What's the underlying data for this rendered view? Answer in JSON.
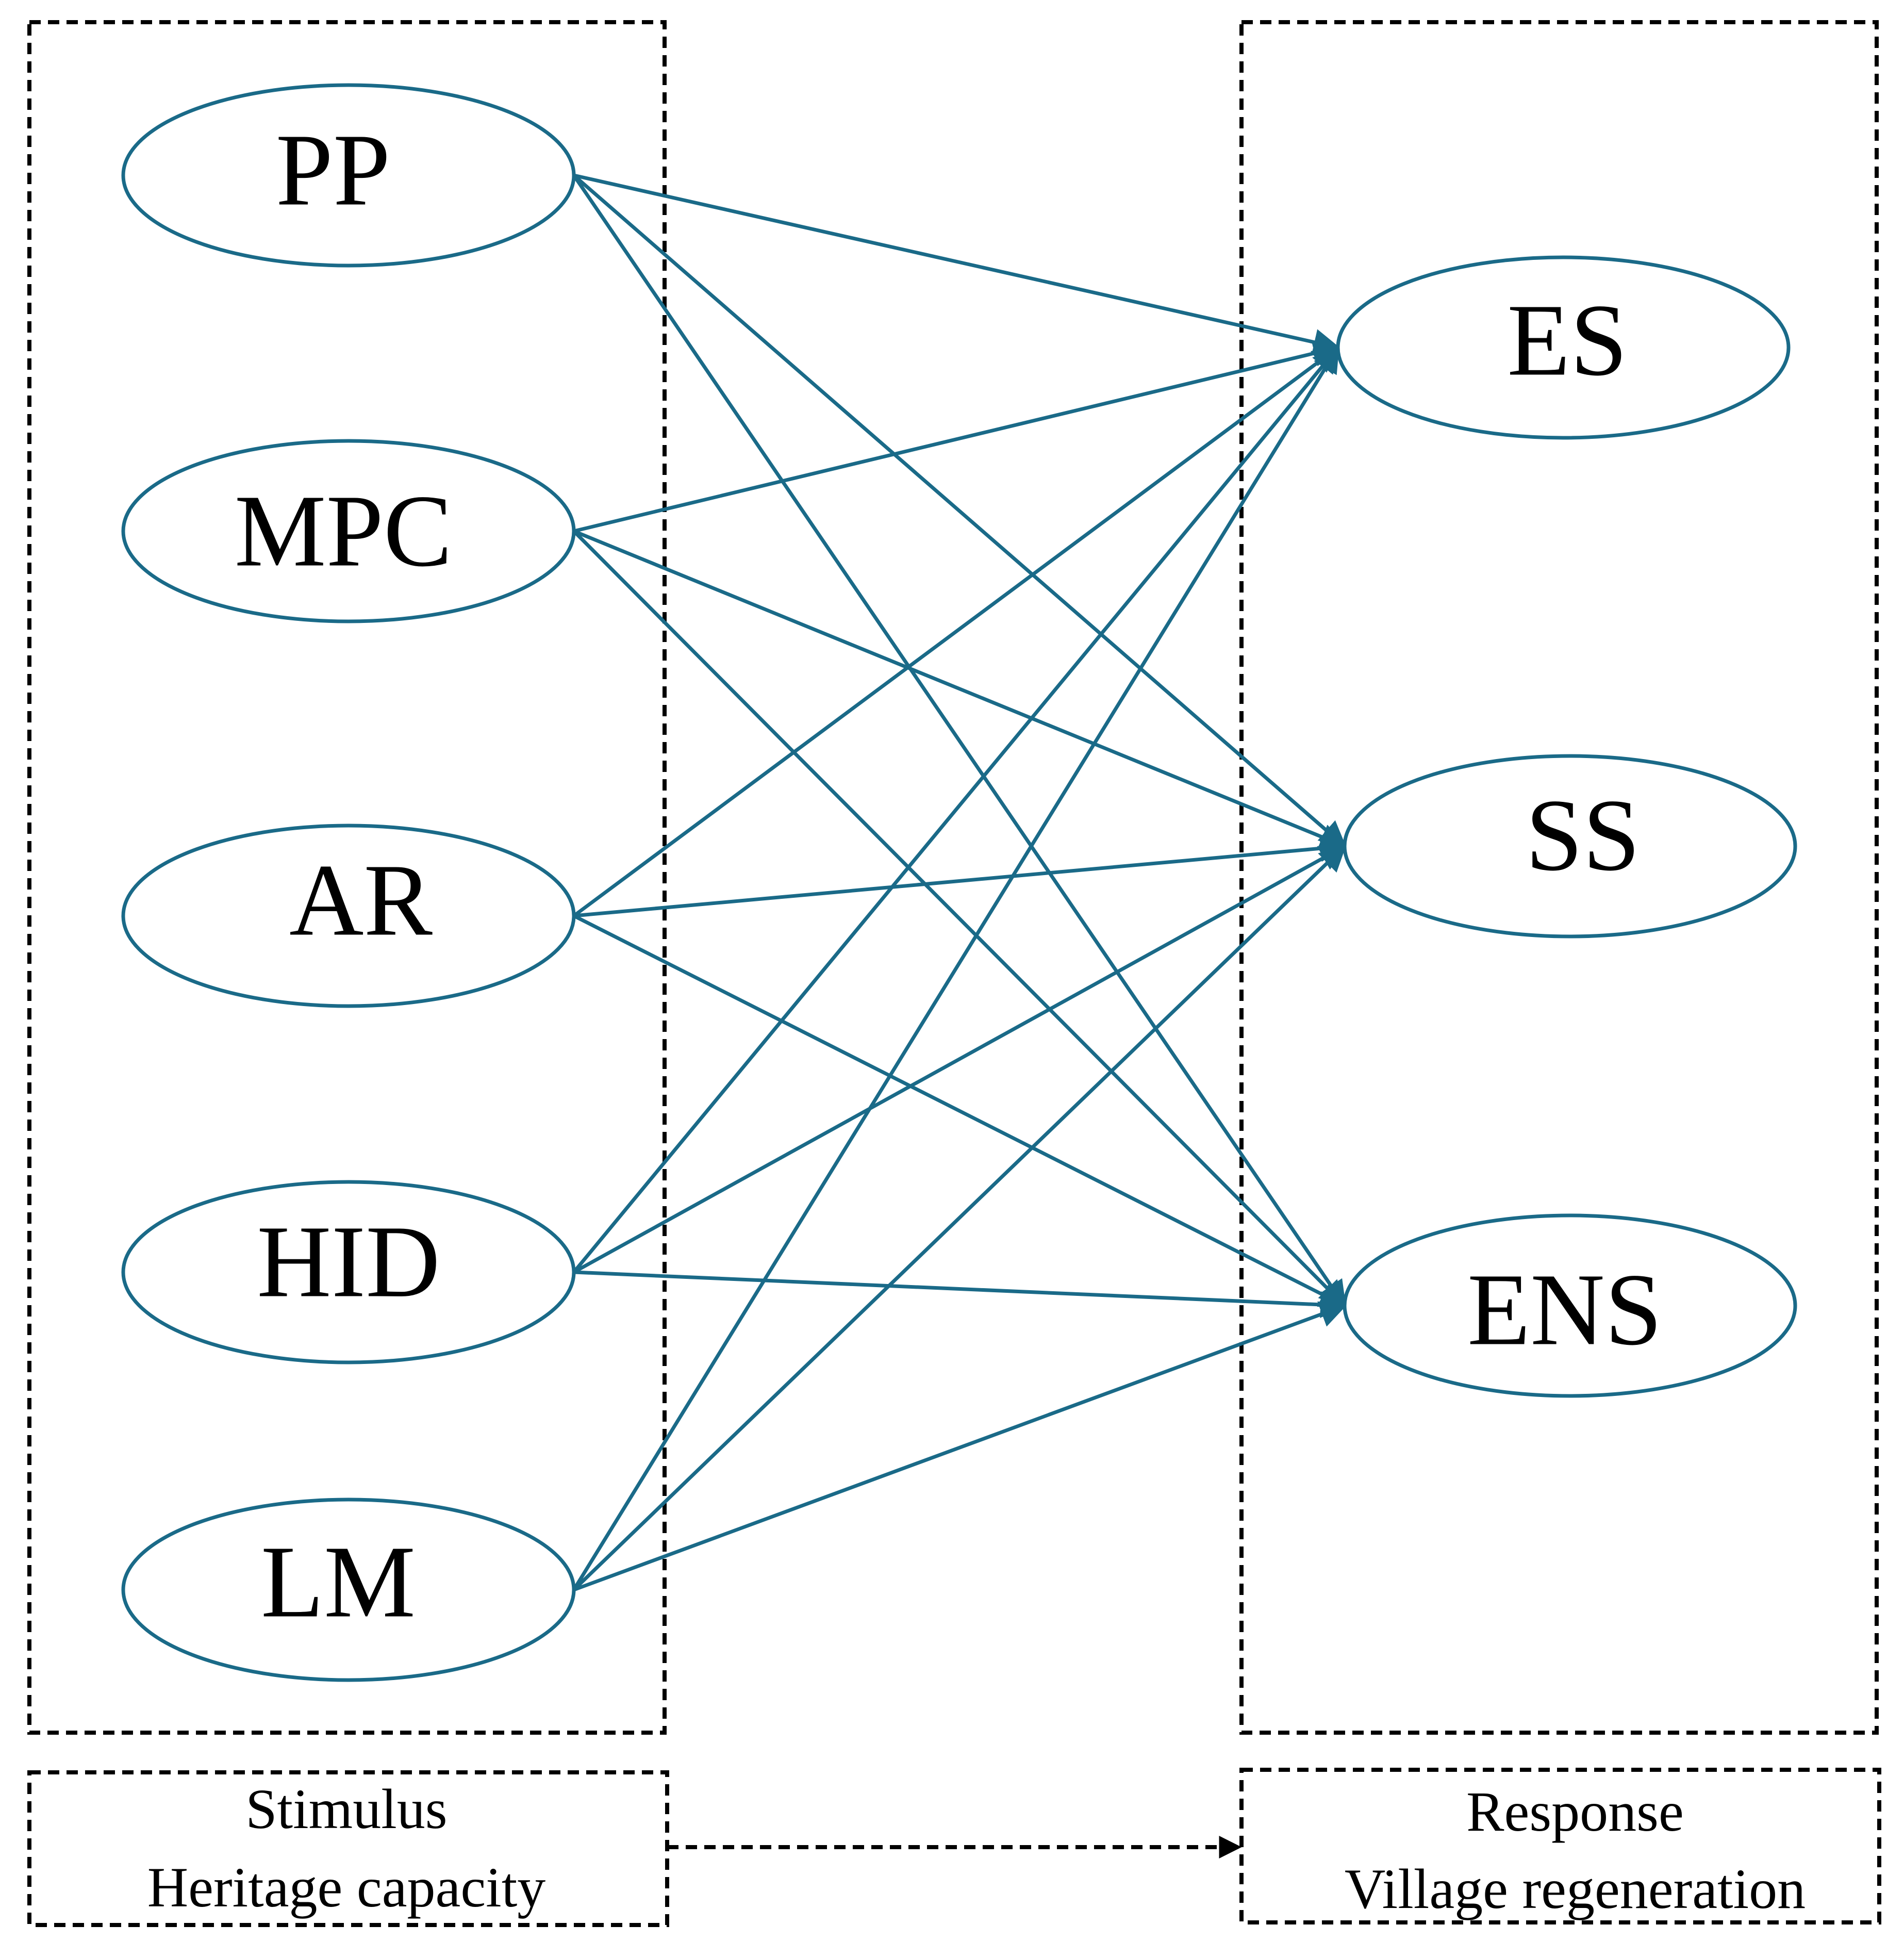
{
  "stimulus": {
    "nodes": [
      {
        "id": "PP",
        "label": "PP"
      },
      {
        "id": "MPC",
        "label": "MPC"
      },
      {
        "id": "AR",
        "label": "AR"
      },
      {
        "id": "HID",
        "label": "HID"
      },
      {
        "id": "LM",
        "label": "LM"
      }
    ],
    "caption_line1": "Stimulus",
    "caption_line2": "Heritage capacity"
  },
  "response": {
    "nodes": [
      {
        "id": "ES",
        "label": "ES"
      },
      {
        "id": "SS",
        "label": "SS"
      },
      {
        "id": "ENS",
        "label": "ENS"
      }
    ],
    "caption_line1": "Response",
    "caption_line2": "Village regeneration"
  },
  "edges": [
    {
      "from": "PP",
      "to": "ES"
    },
    {
      "from": "PP",
      "to": "SS"
    },
    {
      "from": "PP",
      "to": "ENS"
    },
    {
      "from": "MPC",
      "to": "ES"
    },
    {
      "from": "MPC",
      "to": "SS"
    },
    {
      "from": "MPC",
      "to": "ENS"
    },
    {
      "from": "AR",
      "to": "ES"
    },
    {
      "from": "AR",
      "to": "SS"
    },
    {
      "from": "AR",
      "to": "ENS"
    },
    {
      "from": "HID",
      "to": "ES"
    },
    {
      "from": "HID",
      "to": "SS"
    },
    {
      "from": "HID",
      "to": "ENS"
    },
    {
      "from": "LM",
      "to": "ES"
    },
    {
      "from": "LM",
      "to": "SS"
    },
    {
      "from": "LM",
      "to": "ENS"
    }
  ],
  "colors": {
    "edge": "#1a6a88",
    "node_stroke": "#1a6a88",
    "box": "#000000"
  }
}
